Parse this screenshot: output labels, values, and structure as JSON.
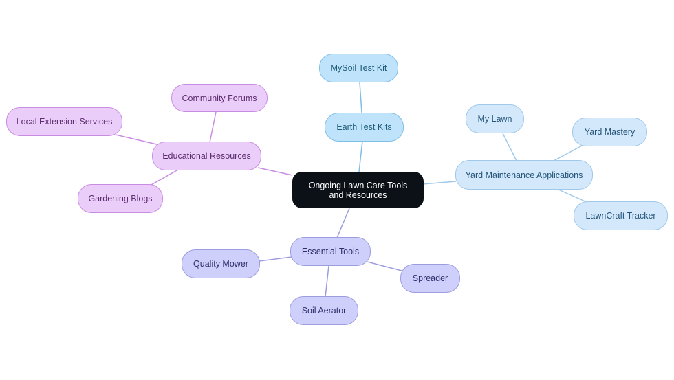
{
  "root": {
    "label": "Ongoing Lawn Care Tools and Resources"
  },
  "branches": {
    "educational": {
      "label": "Educational Resources",
      "children": {
        "community": "Community Forums",
        "extension": "Local Extension Services",
        "blogs": "Gardening Blogs"
      }
    },
    "earth": {
      "label": "Earth Test Kits",
      "children": {
        "mysoil": "MySoil Test Kit"
      }
    },
    "yard": {
      "label": "Yard Maintenance Applications",
      "children": {
        "mylawn": "My Lawn",
        "mastery": "Yard Mastery",
        "lawncraft": "LawnCraft Tracker"
      }
    },
    "tools": {
      "label": "Essential Tools",
      "children": {
        "mower": "Quality Mower",
        "spreader": "Spreader",
        "aerator": "Soil Aerator"
      }
    }
  },
  "colors": {
    "root_fill": "#0c1117",
    "educational_fill": "#ebcdfa",
    "educational_line": "#c98be3",
    "tools_fill": "#cfcffb",
    "tools_line": "#9c9ce0",
    "earth_fill": "#bfe3fb",
    "earth_line": "#7dbfe6",
    "yard_fill": "#d3e8fb",
    "yard_line": "#9fc8ea"
  }
}
